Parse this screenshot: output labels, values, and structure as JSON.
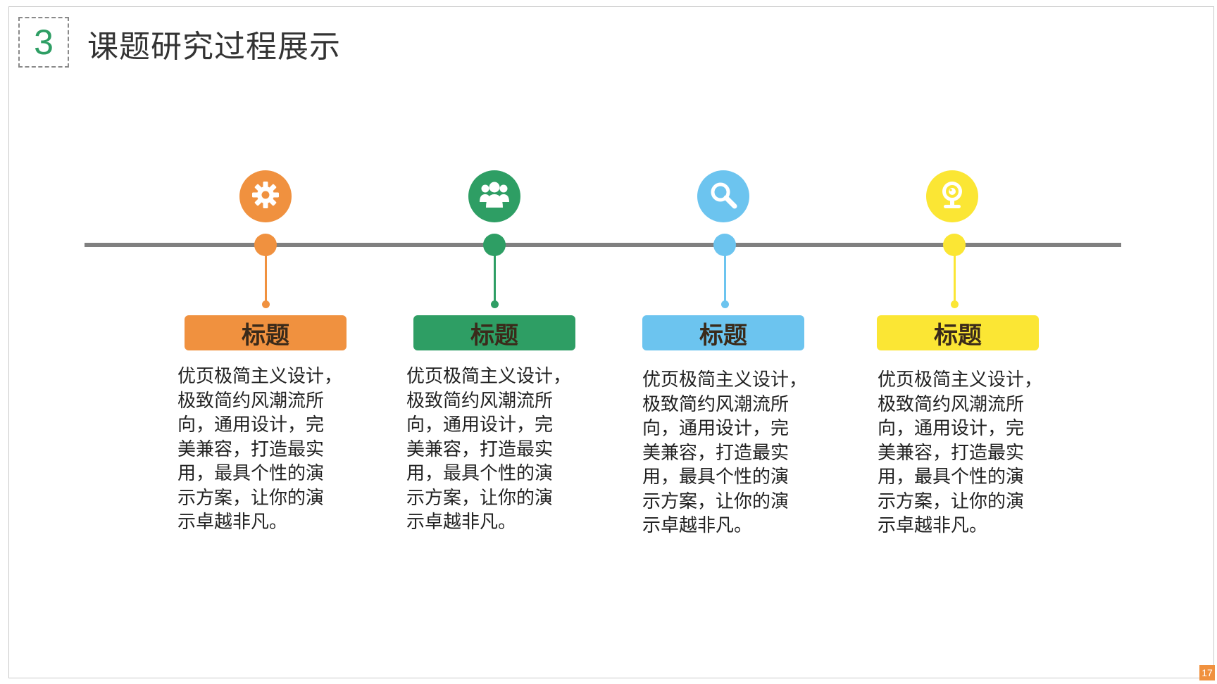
{
  "header": {
    "number": "3",
    "title": "课题研究过程展示"
  },
  "steps": [
    {
      "icon": "gear-icon",
      "color": "#f0913f",
      "label": "标题",
      "text": "优页极简主义设计，\n极致简约风潮流所\n向，通用设计，完\n美兼容，打造最实\n用，最具个性的演\n示方案，让你的演\n示卓越非凡。"
    },
    {
      "icon": "users-icon",
      "color": "#2e9e64",
      "label": "标题",
      "text": "优页极简主义设计，\n极致简约风潮流所\n向，通用设计，完\n美兼容，打造最实\n用，最具个性的演\n示方案，让你的演\n示卓越非凡。"
    },
    {
      "icon": "search-icon",
      "color": "#6cc4ef",
      "label": "标题",
      "text": "优页极简主义设计，\n极致简约风潮流所\n向，通用设计，完\n美兼容，打造最实\n用，最具个性的演\n示方案，让你的演\n示卓越非凡。"
    },
    {
      "icon": "webcam-icon",
      "color": "#fbe634",
      "label": "标题",
      "text": "优页极简主义设计，\n极致简约风潮流所\n向，通用设计，完\n美兼容，打造最实\n用，最具个性的演\n示方案，让你的演\n示卓越非凡。"
    }
  ],
  "page_number": "17"
}
